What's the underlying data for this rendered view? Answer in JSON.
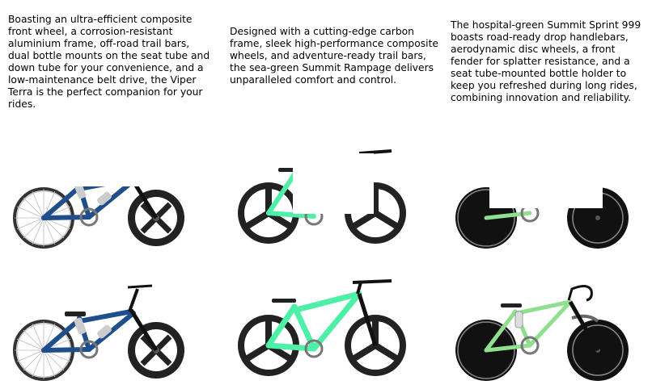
{
  "bikes": [
    {
      "description": "Boasting an ultra-efficient composite front wheel, a corrosion-resistant aluminium frame, off-road trail bars, dual bottle mounts on the seat tube and down tube for your convenience, and a low-maintenance belt drive, the Viper Terra is the perfect companion for your rides.",
      "frame_color": "#1f4e8c"
    },
    {
      "description": "Designed with a cutting-edge carbon frame, sleek high-performance composite wheels, and adventure-ready trail bars, the sea-green Summit Rampage delivers unparalleled comfort and control.",
      "frame_color": "#4ef0a8"
    },
    {
      "description": "The hospital-green Summit Sprint 999 boasts road-ready drop handlebars, aerodynamic disc wheels, a front fender for splatter resistance, and a seat tube-mounted bottle holder to keep you refreshed during long rides, combining innovation and reliability.",
      "frame_color": "#8ee08e"
    }
  ]
}
